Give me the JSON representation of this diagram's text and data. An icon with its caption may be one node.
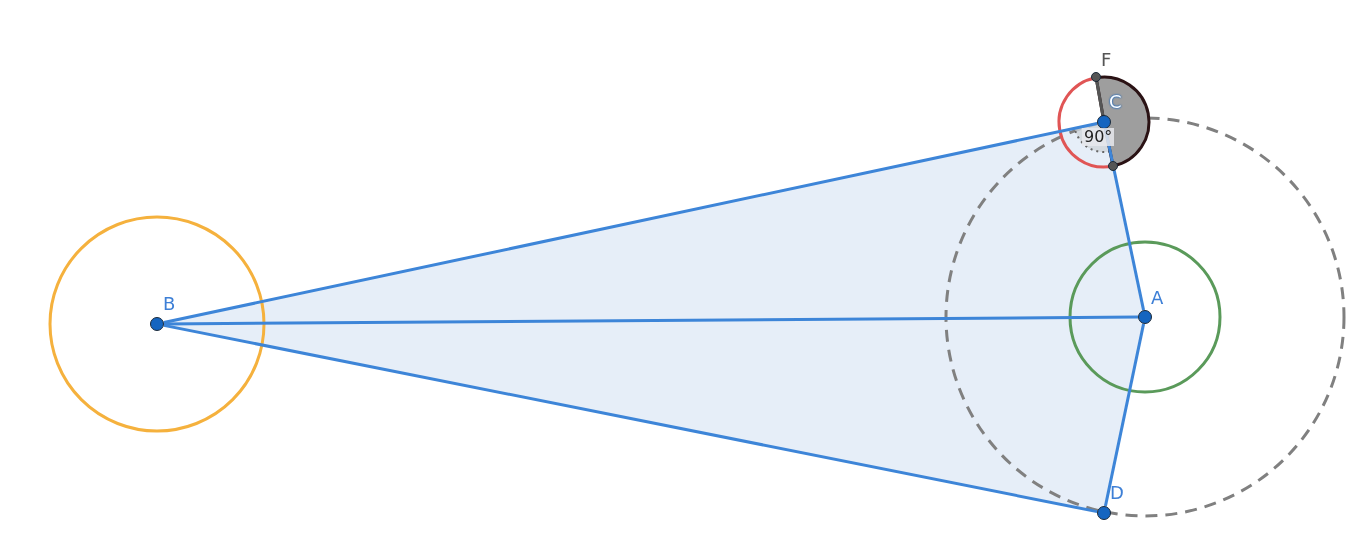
{
  "diagram": {
    "nodes": [
      {
        "text": [
          "F"
        ]
      },
      {
        "text": [
          "C"
        ]
      },
      {
        "text": [
          "B"
        ]
      },
      {
        "text": [
          "A"
        ]
      },
      {
        "text": [
          "D"
        ]
      },
      {
        "text": [],
        "shape": "circle"
      }
    ],
    "edges": [
      {
        "from": 2,
        "to": 1,
        "arrow": "none"
      },
      {
        "from": 1,
        "to": 3,
        "arrow": "none"
      },
      {
        "from": 3,
        "to": 4,
        "arrow": "none"
      },
      {
        "from": 4,
        "to": 2,
        "arrow": "none"
      },
      {
        "from": 2,
        "to": 3,
        "arrow": "none"
      },
      {
        "from": 1,
        "to": 0,
        "arrow": "none",
        "color": "#555555"
      }
    ],
    "labels": [
      "90°"
    ]
  }
}
